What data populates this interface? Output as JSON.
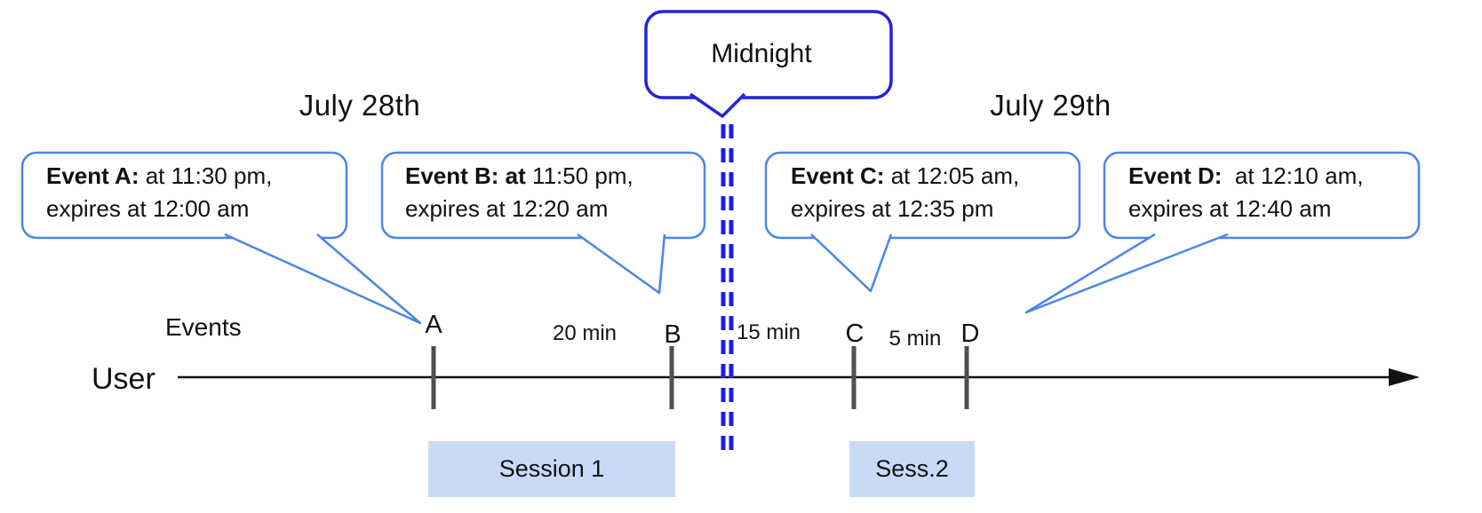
{
  "header": {
    "date_left": "July 28th",
    "date_right": "July 29th",
    "midnight_callout": "Midnight"
  },
  "callouts": {
    "a": {
      "bold": "Event A:",
      "rest": " at 11:30 pm,",
      "line2": "expires at 12:00 am"
    },
    "b": {
      "bold": "Event B: at",
      "rest": " 11:50 pm,",
      "line2": "expires at 12:20 am"
    },
    "c": {
      "bold": "Event C:",
      "rest": " at 12:05 am,",
      "line2": "expires at 12:35 pm"
    },
    "d": {
      "bold": "Event D:",
      "rest": "  at 12:10 am,",
      "line2": "expires at 12:40 am"
    }
  },
  "timeline": {
    "axis_label": "User",
    "events_label": "Events",
    "ticks": [
      {
        "label": "A"
      },
      {
        "label": "B"
      },
      {
        "label": "C"
      },
      {
        "label": "D"
      }
    ],
    "intervals": [
      {
        "label": "20 min"
      },
      {
        "label": "15 min"
      },
      {
        "label": "5 min"
      }
    ]
  },
  "sessions": [
    {
      "label": "Session 1"
    },
    {
      "label": "Sess.2"
    }
  ],
  "colors": {
    "callout_border": "#4a86e8",
    "midnight_border": "#2323d9",
    "midnight_dash": "#1d1de4",
    "session_fill": "#c9daf8",
    "tick": "#4f4f4f",
    "axis": "#111111"
  }
}
